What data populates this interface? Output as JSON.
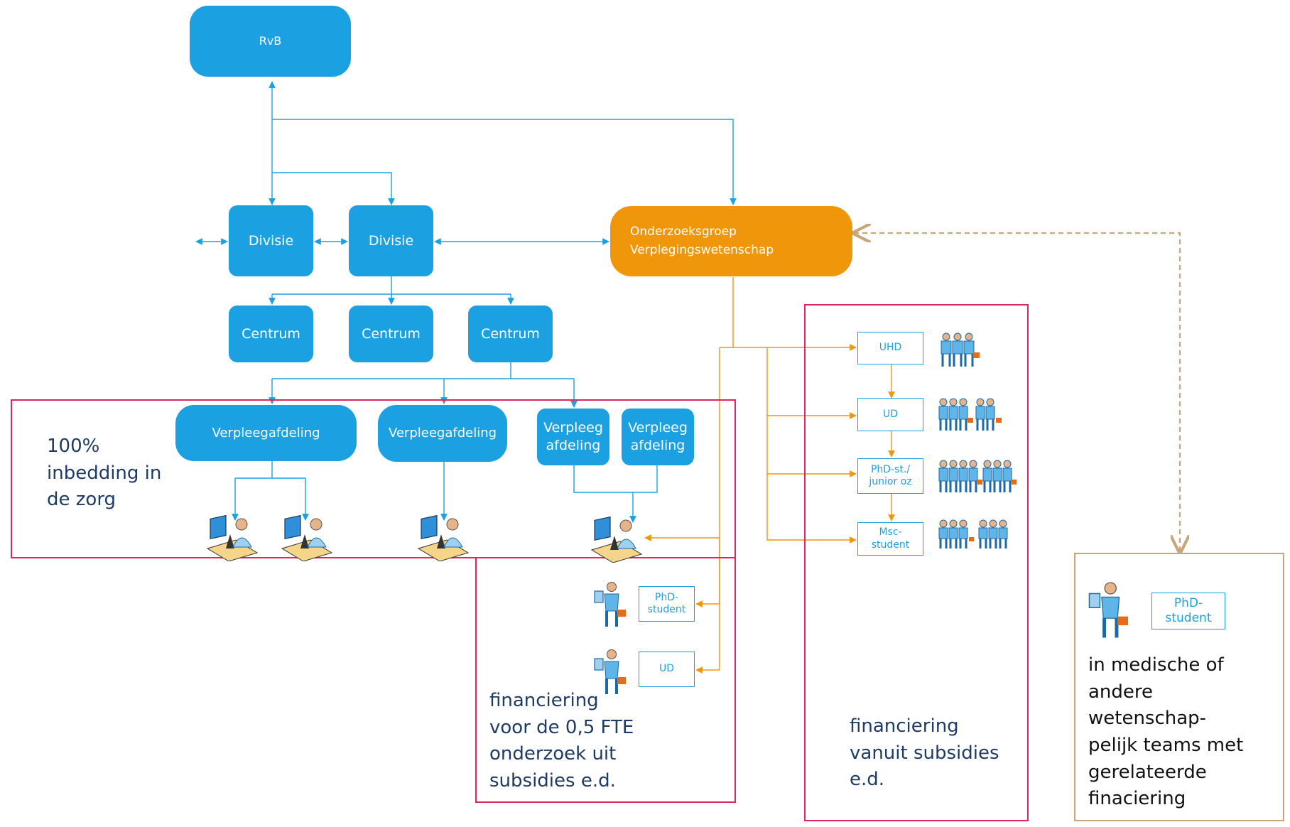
{
  "nodes": {
    "rvb": "RvB",
    "divisie_1": "Divisie",
    "divisie_2": "Divisie",
    "onderzoeksgroep": "Onderzoeksgroep\nVerplegingswetenschap",
    "centrum_1": "Centrum",
    "centrum_2": "Centrum",
    "centrum_3": "Centrum",
    "verpleegafdeling_1": "Verpleegafdeling",
    "verpleegafdeling_2": "Verpleegafdeling",
    "verpleeg_afdeling_3": "Verpleeg\nafdeling",
    "verpleeg_afdeling_4": "Verpleeg\nafdeling",
    "uhd": "UHD",
    "ud_right": "UD",
    "phd_junior": "PhD-st./\njunior oz",
    "msc_student": "Msc-\nstudent",
    "phd_student_mid": "PhD-\nstudent",
    "ud_mid": "UD",
    "phd_student_right": "PhD-\nstudent"
  },
  "notes": {
    "inbedding": "100%\ninbedding in\nde zorg",
    "financiering_05": "financiering\nvoor de 0,5 FTE\nonderzoek uit\nsubsidies e.d.",
    "financiering_subsidies": "financiering\nvanuit subsidies\ne.d.",
    "medische_teams": "in medische of\nandere\nwetenschap-\npelijk teams met\ngerelateerde\nfinaciering"
  },
  "colors": {
    "blue": "#1ba1e2",
    "orange": "#f0960a",
    "frame": "#e0245e",
    "tan": "#c9a67a",
    "note_text": "#1f3b63"
  },
  "icons": [
    "nurse-researcher-icon",
    "researcher-icon",
    "research-team-icon"
  ]
}
